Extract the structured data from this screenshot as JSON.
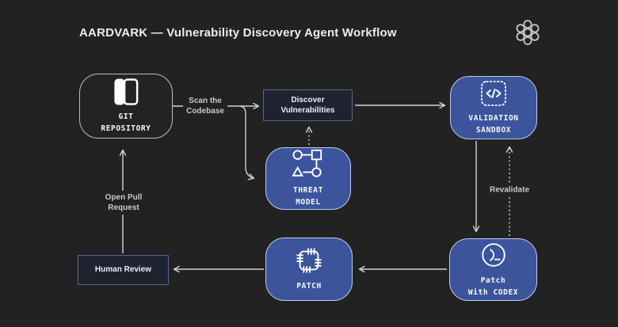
{
  "header": {
    "title": "AARDVARK — Vulnerability Discovery Agent Workflow",
    "logo": {
      "icon": "openai-logo-icon"
    }
  },
  "diagram": {
    "nodes": {
      "git_repository": {
        "label": "GIT\nREPOSITORY",
        "icon": "git-repository-icon",
        "shape": "rounded",
        "variant": "dark"
      },
      "discover_vulnerabilities": {
        "label": "Discover\nVulnerabilities",
        "shape": "rect",
        "variant": "outline"
      },
      "threat_model": {
        "label": "THREAT\nMODEL",
        "icon": "threat-model-icon",
        "shape": "rounded",
        "variant": "blue"
      },
      "validation_sandbox": {
        "label": "VALIDATION\nSANDBOX",
        "icon": "code-sandbox-icon",
        "shape": "rounded",
        "variant": "blue"
      },
      "patch_with_codex": {
        "label": "Patch\nWith CODEX",
        "icon": "codex-terminal-icon",
        "shape": "rounded",
        "variant": "blue"
      },
      "patch": {
        "label": "PATCH",
        "icon": "patch-icon",
        "shape": "rounded",
        "variant": "blue"
      },
      "human_review": {
        "label": "Human Review",
        "shape": "rect",
        "variant": "outline"
      }
    },
    "edge_labels": {
      "scan_the_codebase": "Scan the\nCodebase",
      "open_pull_request": "Open Pull\nRequest",
      "revalidate": "Revalidate"
    },
    "edges": [
      {
        "from": "git_repository",
        "to": "discover_vulnerabilities",
        "label": "Scan the Codebase",
        "style": "solid"
      },
      {
        "from": "git_repository",
        "to": "threat_model",
        "style": "solid"
      },
      {
        "from": "threat_model",
        "to": "discover_vulnerabilities",
        "style": "dashed"
      },
      {
        "from": "discover_vulnerabilities",
        "to": "validation_sandbox",
        "style": "solid"
      },
      {
        "from": "validation_sandbox",
        "to": "patch_with_codex",
        "style": "solid"
      },
      {
        "from": "patch_with_codex",
        "to": "validation_sandbox",
        "label": "Revalidate",
        "style": "dashed"
      },
      {
        "from": "patch_with_codex",
        "to": "patch",
        "style": "solid"
      },
      {
        "from": "patch",
        "to": "human_review",
        "style": "solid"
      },
      {
        "from": "human_review",
        "to": "git_repository",
        "label": "Open Pull Request",
        "style": "solid"
      }
    ],
    "colors": {
      "background": "#222222",
      "node_blue_fill": "#3b549c",
      "node_blue_border": "#c0cbe9",
      "node_dark_border": "#bdbdbd",
      "outline_box_fill": "#1f2330",
      "outline_box_border": "#56688f",
      "connector": "#d2d2d2",
      "text_primary": "#f7f7f7",
      "text_secondary": "#c9c9c9"
    }
  }
}
